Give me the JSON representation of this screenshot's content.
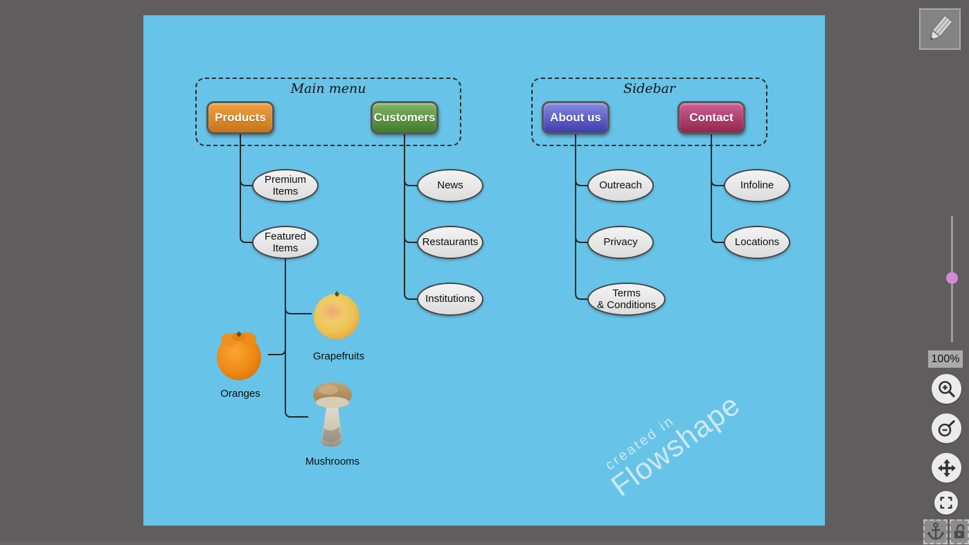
{
  "diagram": {
    "groups": {
      "main_menu": "Main menu",
      "sidebar": "Sidebar"
    },
    "buttons": {
      "products": "Products",
      "customers": "Customers",
      "about_us": "About us",
      "contact": "Contact"
    },
    "nodes": {
      "premium_items": "Premium\nItems",
      "featured_items": "Featured\nItems",
      "news": "News",
      "restaurants": "Restaurants",
      "institutions": "Institutions",
      "outreach": "Outreach",
      "privacy": "Privacy",
      "terms_conditions": "Terms\n& Conditions",
      "infoline": "Infoline",
      "locations": "Locations"
    },
    "image_labels": {
      "oranges": "Oranges",
      "grapefruits": "Grapefruits",
      "mushrooms": "Mushrooms"
    },
    "watermark": {
      "line1": "created in",
      "line2": "Flowshape"
    }
  },
  "controls": {
    "zoom_level_label": "100%",
    "icons": [
      "pencil-icon",
      "zoom-in-icon",
      "zoom-out-icon",
      "pan-icon",
      "fullscreen-icon",
      "anchor-icon",
      "unlock-icon"
    ]
  },
  "colors": {
    "app_bg": "#5f5d5e",
    "canvas_bg": "#67c3e7",
    "products_top": "#efa040",
    "products_bottom": "#c8751a",
    "customers_top": "#82b463",
    "customers_bottom": "#3f7d27",
    "about_us_top": "#8787e3",
    "about_us_bottom": "#3e3eae",
    "contact_top": "#cd5f95",
    "contact_bottom": "#93264f",
    "node_fill": "#e9e9e9",
    "connector": "#262626",
    "slider_thumb": "#d28ad8"
  }
}
